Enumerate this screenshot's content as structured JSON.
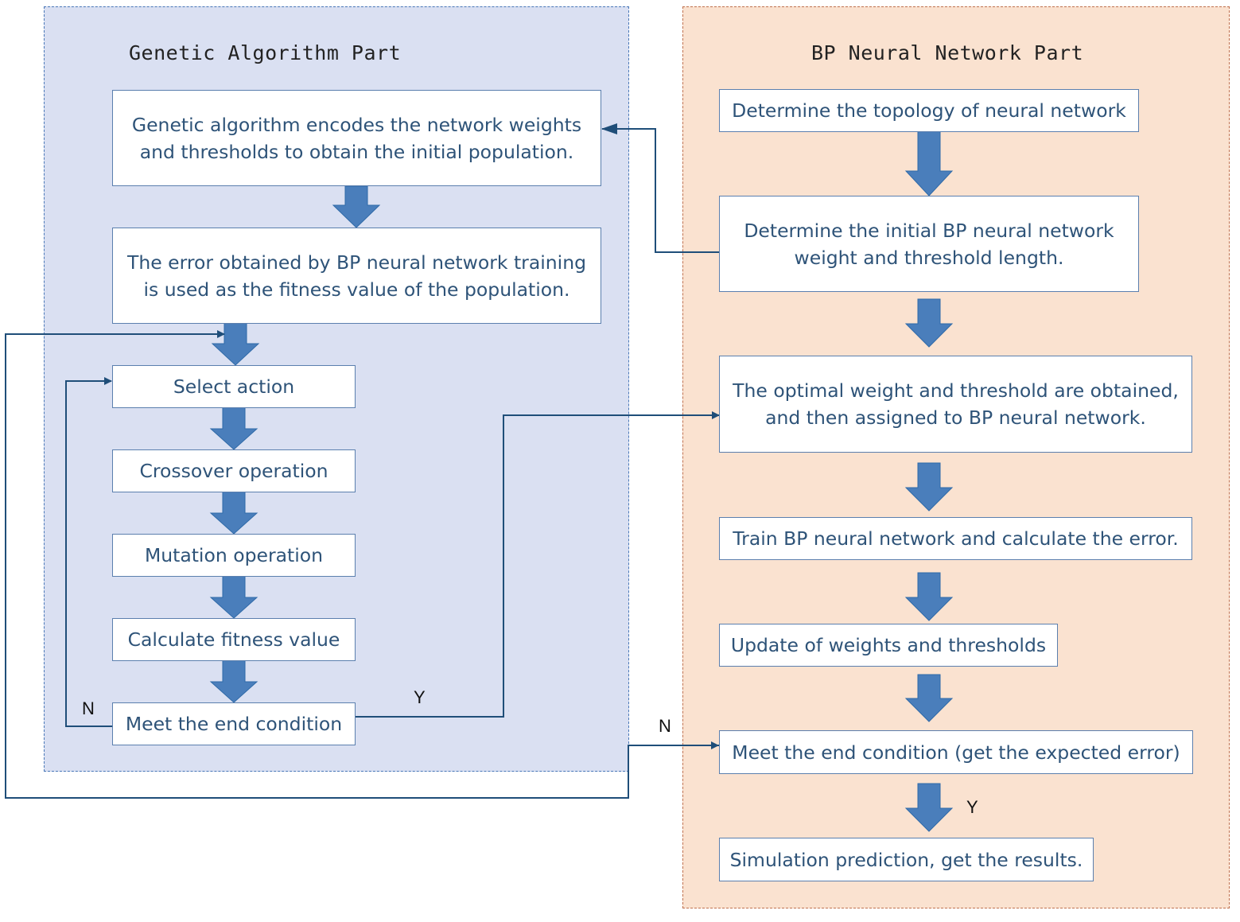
{
  "ga_part": {
    "title": "Genetic Algorithm Part",
    "steps": {
      "encode": "Genetic algorithm encodes the network weights\nand thresholds to obtain the initial population.",
      "fitness_from_error": "The error obtained by BP neural network training\nis used as the fitness value of the population.",
      "select": "Select action",
      "crossover": "Crossover operation",
      "mutation": "Mutation operation",
      "calc_fitness": "Calculate fitness value",
      "end_condition": "Meet the end condition"
    },
    "labels": {
      "no": "N",
      "yes": "Y"
    }
  },
  "bp_part": {
    "title": "BP Neural Network Part",
    "steps": {
      "topology": "Determine the topology of neural network",
      "initial_length": "Determine the initial BP neural network\nweight and threshold length.",
      "assign_optimal": "The optimal weight and threshold are obtained,\nand then assigned to BP neural network.",
      "train": "Train BP neural network and calculate the error.",
      "update": "Update of weights and thresholds",
      "end_condition": "Meet the end condition (get the expected error)",
      "simulate": "Simulation prediction, get the results."
    },
    "labels": {
      "no": "N",
      "yes": "Y"
    }
  },
  "colors": {
    "ga_fill": "#dae0f2",
    "bp_fill": "#fae2d0",
    "block_arrow": "#4a7ebb",
    "connector": "#1f4e79",
    "box_text": "#2e5378"
  }
}
